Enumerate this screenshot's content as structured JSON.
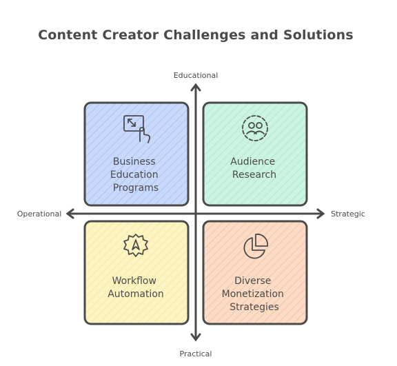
{
  "title": "Content Creator Challenges and Solutions",
  "axes": {
    "top": "Educational",
    "bottom": "Practical",
    "left": "Operational",
    "right": "Strategic"
  },
  "quadrants": [
    {
      "id": "top-left",
      "lines": [
        "Business",
        "Education",
        "Programs"
      ],
      "fill": "#c7d7fb",
      "icon": "resize-hand-icon"
    },
    {
      "id": "top-right",
      "lines": [
        "Audience",
        "Research"
      ],
      "fill": "#c9f2e0",
      "icon": "people-circle-icon"
    },
    {
      "id": "bottom-left",
      "lines": [
        "Workflow",
        "Automation"
      ],
      "fill": "#fdf3bd",
      "icon": "gear-arrow-icon"
    },
    {
      "id": "bottom-right",
      "lines": [
        "Diverse",
        "Monetization",
        "Strategies"
      ],
      "fill": "#fbd9c1",
      "icon": "pie-chart-icon"
    }
  ],
  "colors": {
    "stroke": "#4a4a4a"
  }
}
